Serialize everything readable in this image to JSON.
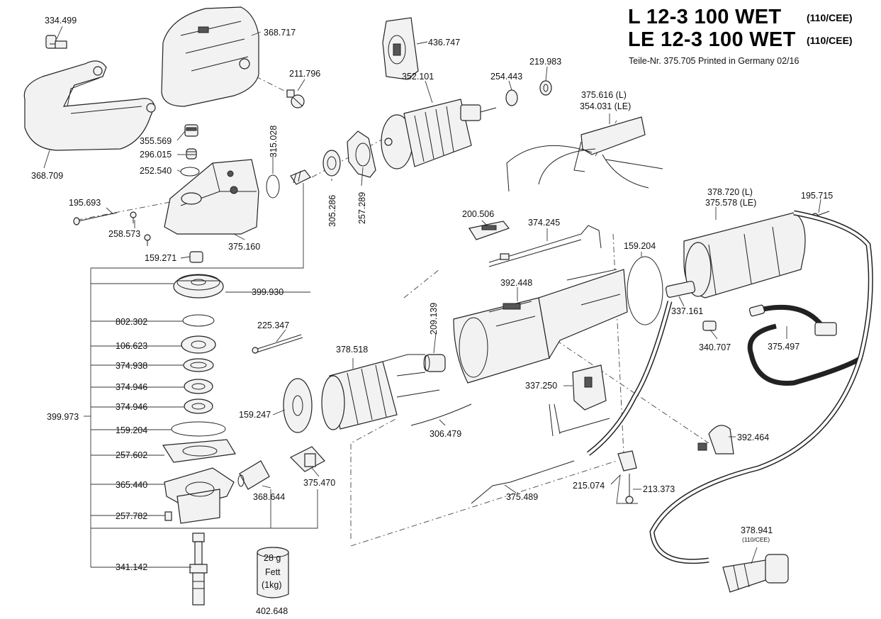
{
  "header": {
    "line1_model": "L   12-3 100 WET",
    "line1_voltage": "(110/CEE)",
    "line2_model": "LE 12-3 100 WET",
    "line2_voltage": "(110/CEE)",
    "subtitle": "Teile-Nr. 375.705  Printed in Germany 02/16"
  },
  "parts": {
    "p334499": "334.499",
    "p368717": "368.717",
    "p368709": "368.709",
    "p211796": "211.796",
    "p355569": "355.569",
    "p296015": "296.015",
    "p252540": "252.540",
    "p315028": "315.028",
    "p195693": "195.693",
    "p258573": "258.573",
    "p375160": "375.160",
    "p159271": "159.271",
    "p305286": "305.286",
    "p257289": "257.289",
    "p436747": "436.747",
    "p352101": "352.101",
    "p254443": "254.443",
    "p219983": "219.983",
    "p375616": "375.616 (L)",
    "p354031": "354.031 (LE)",
    "p378720": "378.720 (L)",
    "p375578": "375.578 (LE)",
    "p195715": "195.715",
    "p200506": "200.506",
    "p374245": "374.245",
    "p159204a": "159.204",
    "p392448": "392.448",
    "p337161": "337.161",
    "p340707": "340.707",
    "p375497": "375.497",
    "p399930": "399.930",
    "p802302": "802.302",
    "p106623": "106.623",
    "p374938": "374.938",
    "p374946a": "374.946",
    "p374946b": "374.946",
    "p399973": "399.973",
    "p159204b": "159.204",
    "p257602": "257.602",
    "p365440": "365.440",
    "p257782": "257.782",
    "p341142": "341.142",
    "p225347": "225.347",
    "p209139": "209.139",
    "p378518": "378.518",
    "p159247": "159.247",
    "p306479": "306.479",
    "p337250": "337.250",
    "p392464": "392.464",
    "p375470": "375.470",
    "p368644": "368.644",
    "p375489": "375.489",
    "p215074": "215.074",
    "p213373": "213.373",
    "p378941": "378.941",
    "p378941_sub": "(110/CEE)",
    "p402648": "402.648"
  },
  "grease": {
    "weight": "28 g",
    "name": "Fett",
    "qty": "(1kg)"
  }
}
